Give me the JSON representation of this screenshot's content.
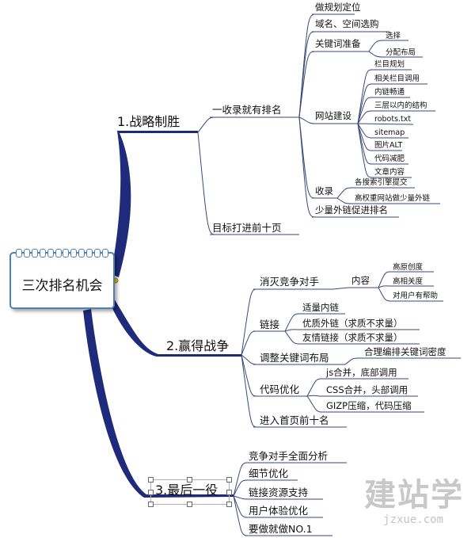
{
  "central": {
    "label": "三次排名机会"
  },
  "b1": {
    "label": "1.战略制胜",
    "sub1": {
      "label": "一收录就有排名",
      "items": [
        "做规划定位",
        "域名、空间选购"
      ],
      "keyword": {
        "label": "关键词准备",
        "children": [
          "选择",
          "分配布局"
        ]
      },
      "site": {
        "label": "网站建设",
        "children": [
          "栏目规划",
          "相关栏目调用",
          "内链畅通",
          "三层以内的结构",
          "robots.txt",
          "sitemap",
          "图片ALT",
          "代码减肥",
          "文章内容"
        ]
      },
      "index": {
        "label": "收录",
        "children": [
          "各搜索引擎提交",
          "高权重网站做少量外链"
        ]
      },
      "few_links": "少量外链促进排名"
    },
    "sub2": "目标打进前十页"
  },
  "b2": {
    "label": "2.赢得战争",
    "compete": {
      "label": "消灭竞争对手",
      "content": "内容",
      "children": [
        "高原创度",
        "高相关度",
        "对用户有帮助"
      ]
    },
    "links": {
      "label": "链接",
      "children": [
        "适量内链",
        "优质外链（求质不求量）",
        "友情链接（求质不求量）"
      ]
    },
    "keyword_layout": {
      "label": "调整关键词布局",
      "child": "合理编排关键词密度"
    },
    "code": {
      "label": "代码优化",
      "children": [
        "js合并，底部调用",
        "CSS合并，头部调用",
        "GIZP压缩，代码压缩"
      ]
    },
    "top10": "进入首页前十名"
  },
  "b3": {
    "label": "3.最后一役",
    "children": [
      "竞争对手全面分析",
      "细节优化",
      "链接资源支持",
      "用户体验优化",
      "要做就做NO.1"
    ]
  },
  "watermark": {
    "main": "建站学",
    "sub": "jzxue.com"
  },
  "colors": {
    "branch": "#1f2a7a",
    "line": "#3a4a78",
    "frame": "#4f7fb8"
  }
}
